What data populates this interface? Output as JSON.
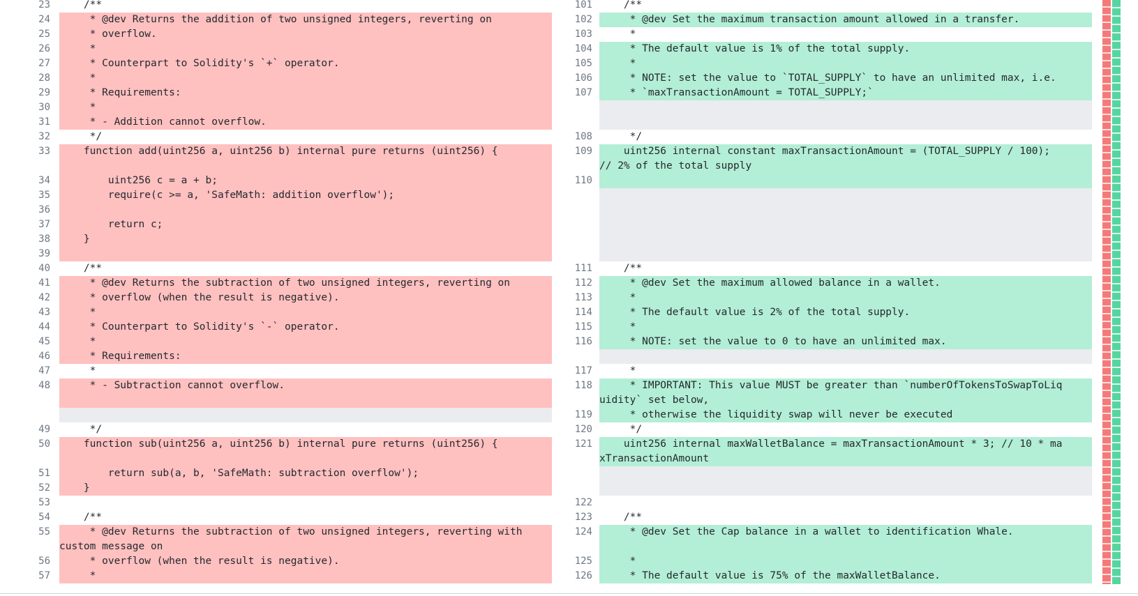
{
  "left": {
    "lines": [
      {
        "n": "23",
        "t": "    /**"
      },
      {
        "n": "24",
        "t": "     * @dev Returns the addition of two unsigned integers, reverting on"
      },
      {
        "n": "25",
        "t": "     * overflow."
      },
      {
        "n": "26",
        "t": "     *"
      },
      {
        "n": "27",
        "t": "     * Counterpart to Solidity's `+` operator."
      },
      {
        "n": "28",
        "t": "     *"
      },
      {
        "n": "29",
        "t": "     * Requirements:"
      },
      {
        "n": "30",
        "t": "     *"
      },
      {
        "n": "31",
        "t": "     * - Addition cannot overflow."
      },
      {
        "n": "32",
        "t": "     */"
      },
      {
        "n": "33",
        "t": "    function add(uint256 a, uint256 b) internal pure returns (uint256) {"
      },
      {
        "n": "34",
        "t": "        uint256 c = a + b;"
      },
      {
        "n": "35",
        "t": "        require(c >= a, 'SafeMath: addition overflow');"
      },
      {
        "n": "36",
        "t": ""
      },
      {
        "n": "37",
        "t": "        return c;"
      },
      {
        "n": "38",
        "t": "    }"
      },
      {
        "n": "39",
        "t": ""
      },
      {
        "n": "40",
        "t": "    /**"
      },
      {
        "n": "41",
        "t": "     * @dev Returns the subtraction of two unsigned integers, reverting on"
      },
      {
        "n": "42",
        "t": "     * overflow (when the result is negative)."
      },
      {
        "n": "43",
        "t": "     *"
      },
      {
        "n": "44",
        "t": "     * Counterpart to Solidity's `-` operator."
      },
      {
        "n": "45",
        "t": "     *"
      },
      {
        "n": "46",
        "t": "     * Requirements:"
      },
      {
        "n": "47",
        "t": "     *"
      },
      {
        "n": "48",
        "t": "     * - Subtraction cannot overflow."
      },
      {
        "n": "49",
        "t": "     */"
      },
      {
        "n": "50",
        "t": "    function sub(uint256 a, uint256 b) internal pure returns (uint256) {"
      },
      {
        "n": "51",
        "t": "        return sub(a, b, 'SafeMath: subtraction overflow');"
      },
      {
        "n": "52",
        "t": "    }"
      },
      {
        "n": "53",
        "t": ""
      },
      {
        "n": "54",
        "t": "    /**"
      },
      {
        "n": "55a",
        "t": "     * @dev Returns the subtraction of two unsigned integers, reverting with "
      },
      {
        "n": "55b",
        "t": "custom message on"
      },
      {
        "n": "56",
        "t": "     * overflow (when the result is negative)."
      },
      {
        "n": "57",
        "t": "     *"
      }
    ]
  },
  "right": {
    "lines": [
      {
        "n": "101",
        "t": "    /**"
      },
      {
        "n": "102",
        "t": "     * @dev Set the maximum transaction amount allowed in a transfer."
      },
      {
        "n": "103",
        "t": "     *"
      },
      {
        "n": "104",
        "t": "     * The default value is 1% of the total supply."
      },
      {
        "n": "105",
        "t": "     *"
      },
      {
        "n": "106",
        "t": "     * NOTE: set the value to `TOTAL_SUPPLY` to have an unlimited max, i.e."
      },
      {
        "n": "107",
        "t": "     * `maxTransactionAmount = TOTAL_SUPPLY;`"
      },
      {
        "n": "108",
        "t": "     */"
      },
      {
        "n": "109a",
        "t": "    uint256 internal constant maxTransactionAmount = (TOTAL_SUPPLY / 100); "
      },
      {
        "n": "109b",
        "t": "// 2% of the total supply"
      },
      {
        "n": "110",
        "t": ""
      },
      {
        "n": "111",
        "t": "    /**"
      },
      {
        "n": "112",
        "t": "     * @dev Set the maximum allowed balance in a wallet."
      },
      {
        "n": "113",
        "t": "     *"
      },
      {
        "n": "114",
        "t": "     * The default value is 2% of the total supply."
      },
      {
        "n": "115",
        "t": "     *"
      },
      {
        "n": "116",
        "t": "     * NOTE: set the value to 0 to have an unlimited max."
      },
      {
        "n": "117",
        "t": "     *"
      },
      {
        "n": "118a",
        "t": "     * IMPORTANT: This value MUST be greater than `numberOfTokensToSwapToLiq"
      },
      {
        "n": "118b",
        "t": "uidity` set below,"
      },
      {
        "n": "119",
        "t": "     * otherwise the liquidity swap will never be executed"
      },
      {
        "n": "120",
        "t": "     */"
      },
      {
        "n": "121a",
        "t": "    uint256 internal maxWalletBalance = maxTransactionAmount * 3; // 10 * ma"
      },
      {
        "n": "121b",
        "t": "xTransactionAmount"
      },
      {
        "n": "122",
        "t": ""
      },
      {
        "n": "123",
        "t": "    /**"
      },
      {
        "n": "124",
        "t": "     * @dev Set the Cap balance in a wallet to identification Whale."
      },
      {
        "n": "125",
        "t": "     *"
      },
      {
        "n": "126",
        "t": "     * The default value is 75% of the maxWalletBalance."
      }
    ]
  }
}
